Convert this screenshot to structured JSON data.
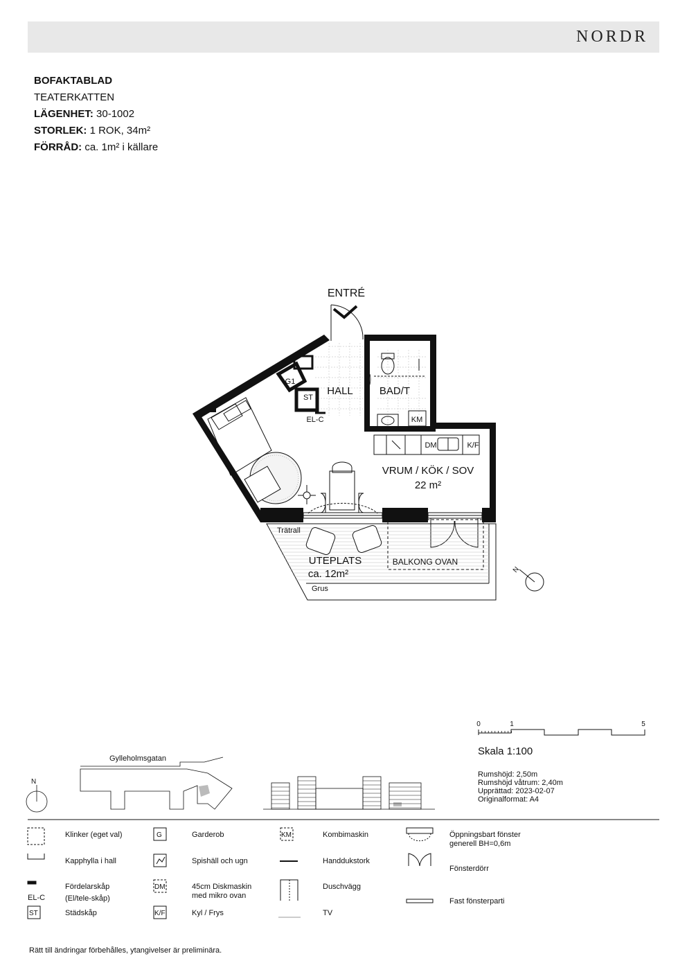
{
  "header": {
    "logo": "NORDR"
  },
  "info": {
    "doc_type": "BOFAKTABLAD",
    "project": "TEATERKATTEN",
    "apartment_label": "LÄGENHET:",
    "apartment_value": "30-1002",
    "size_label": "STORLEK:",
    "size_value": "1 ROK, 34m²",
    "storage_label": "FÖRRÅD:",
    "storage_value": "ca. 1m² i källare"
  },
  "plan": {
    "entrance": "ENTRÉ",
    "hall": "HALL",
    "bath": "BAD/T",
    "g1": "G1",
    "st": "ST",
    "elc": "EL-C",
    "km": "KM",
    "dm": "DM",
    "kf": "K/F",
    "living": "VRUM / KÖK / SOV",
    "living_area": "22 m²",
    "decking": "Trätrall",
    "patio": "UTEPLATS",
    "patio_area": "ca. 12m²",
    "balcony": "BALKONG OVAN",
    "gravel": "Grus",
    "north": "N"
  },
  "scale": {
    "tick_0": "0",
    "tick_1": "1",
    "tick_5": "5",
    "label": "Skala 1:100",
    "room_height": "Rumshöjd: 2,50m",
    "room_height_wet": "Rumshöjd våtrum: 2,40m",
    "created": "Upprättad: 2023-02-07",
    "format": "Originalformat: A4"
  },
  "site": {
    "street": "Gylleholmsgatan",
    "north": "N"
  },
  "legend": {
    "tiles": "Klinker (eget val)",
    "hat_shelf": "Kapphylla i hall",
    "dist_cabinet_1": "Fördelarskåp",
    "dist_cabinet_2": "(El/tele-skåp)",
    "elc_symbol": "EL-C",
    "st_symbol": "ST",
    "cleaning": "Städskåp",
    "g_symbol": "G",
    "wardrobe": "Garderob",
    "stove": "Spishäll och ugn",
    "dm_symbol": "DM",
    "dishwasher_1": "45cm Diskmaskin",
    "dishwasher_2": "med mikro ovan",
    "kf_symbol": "K/F",
    "fridge": "Kyl / Frys",
    "km_symbol": "KM",
    "combi": "Kombimaskin",
    "towel": "Handdukstork",
    "shower": "Duschvägg",
    "tv": "TV",
    "window_1": "Öppningsbart fönster",
    "window_2": "generell BH=0,6m",
    "door_window": "Fönsterdörr",
    "fixed_window": "Fast fönsterparti"
  },
  "footer": {
    "disclaimer": "Rätt till ändringar förbehålles, ytangivelser är preliminära."
  }
}
